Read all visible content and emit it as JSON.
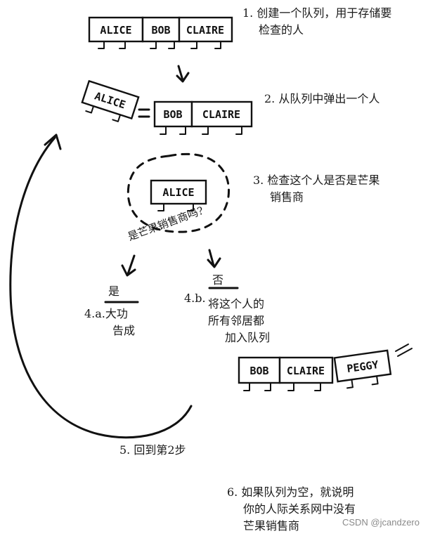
{
  "step1": {
    "label": "1. 创建一个队列，用于存储要",
    "label_line2": "检查的人",
    "queue": [
      "ALICE",
      "BOB",
      "CLAIRE"
    ]
  },
  "step2": {
    "label": "2. 从队列中弹出一个人",
    "popped": "ALICE",
    "queue": [
      "BOB",
      "CLAIRE"
    ]
  },
  "step3": {
    "label": "3. 检查这个人是否是芒果",
    "label_line2": "销售商",
    "person": "ALICE",
    "question": "是芒果销售商吗?"
  },
  "step4a": {
    "answer": "是",
    "label": "4.a.大功",
    "label_line2": "告成"
  },
  "step4b": {
    "answer": "否",
    "label": "4.b.",
    "desc_line1": "将这个人的",
    "desc_line2": "所有邻居都",
    "desc_line3": "加入队列",
    "queue": [
      "BOB",
      "CLAIRE",
      "PEGGY"
    ]
  },
  "step5": {
    "label": "5. 回到第2步"
  },
  "step6": {
    "line1": "6. 如果队列为空，就说明",
    "line2": "你的人际关系网中没有",
    "line3": "芒果销售商"
  },
  "watermark": "CSDN @jcandzero"
}
